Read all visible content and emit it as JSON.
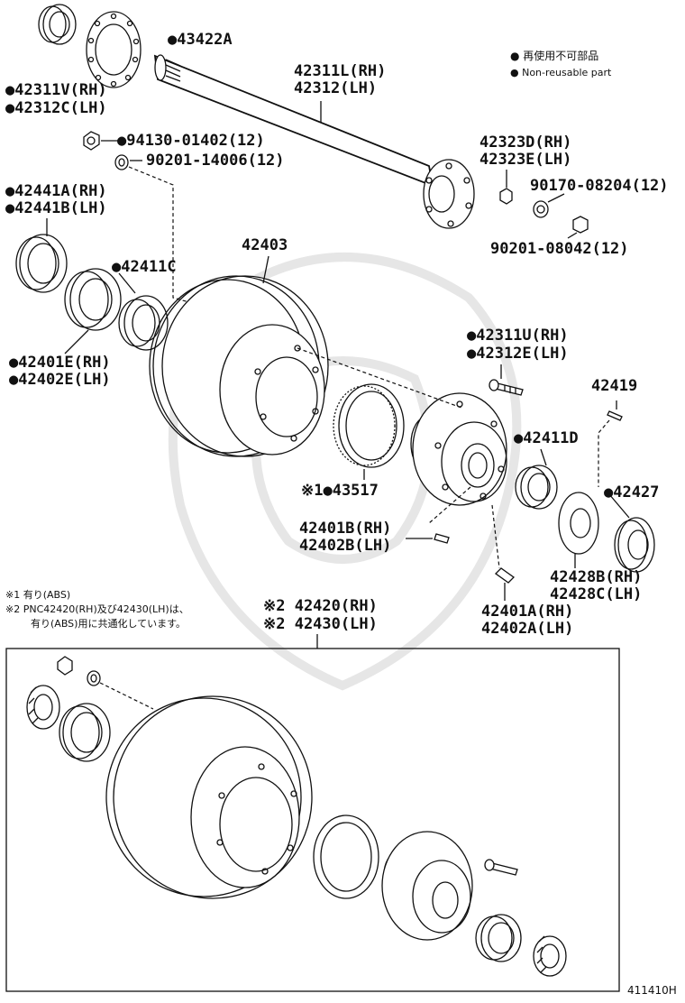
{
  "legend": {
    "line1": "● 再使用不可部品",
    "line2": "● Non-reusable part"
  },
  "labels": {
    "p43422a": "●43422A",
    "p42311v": "●42311V(RH)",
    "p42312c": "●42312C(LH)",
    "p42311l": "42311L(RH)",
    "p42312": "42312(LH)",
    "p94130": "●94130-01402(12)",
    "p90201_14006": "90201-14006(12)",
    "p42323d": "42323D(RH)",
    "p42323e": "42323E(LH)",
    "p90170": "90170-08204(12)",
    "p90201_08042": "90201-08042(12)",
    "p42441a": "●42441A(RH)",
    "p42441b": "●42441B(LH)",
    "p42403": "42403",
    "p42411c": "●42411C",
    "p42401e": "●42401E(RH)",
    "p42402e": "●42402E(LH)",
    "p42311u": "●42311U(RH)",
    "p42312e": "●42312E(LH)",
    "p42419": "42419",
    "p42411d": "●42411D",
    "p43517": "※1●43517",
    "p42427": "●42427",
    "p42401b": "42401B(RH)",
    "p42402b": "42402B(LH)",
    "p42428b": "42428B(RH)",
    "p42428c": "42428C(LH)",
    "p42401a": "42401A(RH)",
    "p42402a": "42402A(LH)",
    "p42420": "※2 42420(RH)",
    "p42430": "※2 42430(LH)",
    "figure_no": "411410H"
  },
  "notes": {
    "n1": "※1 有り(ABS)",
    "n2": "※2 PNC42420(RH)及び42430(LH)は、",
    "n3": "有り(ABS)用に共通化しています。"
  }
}
